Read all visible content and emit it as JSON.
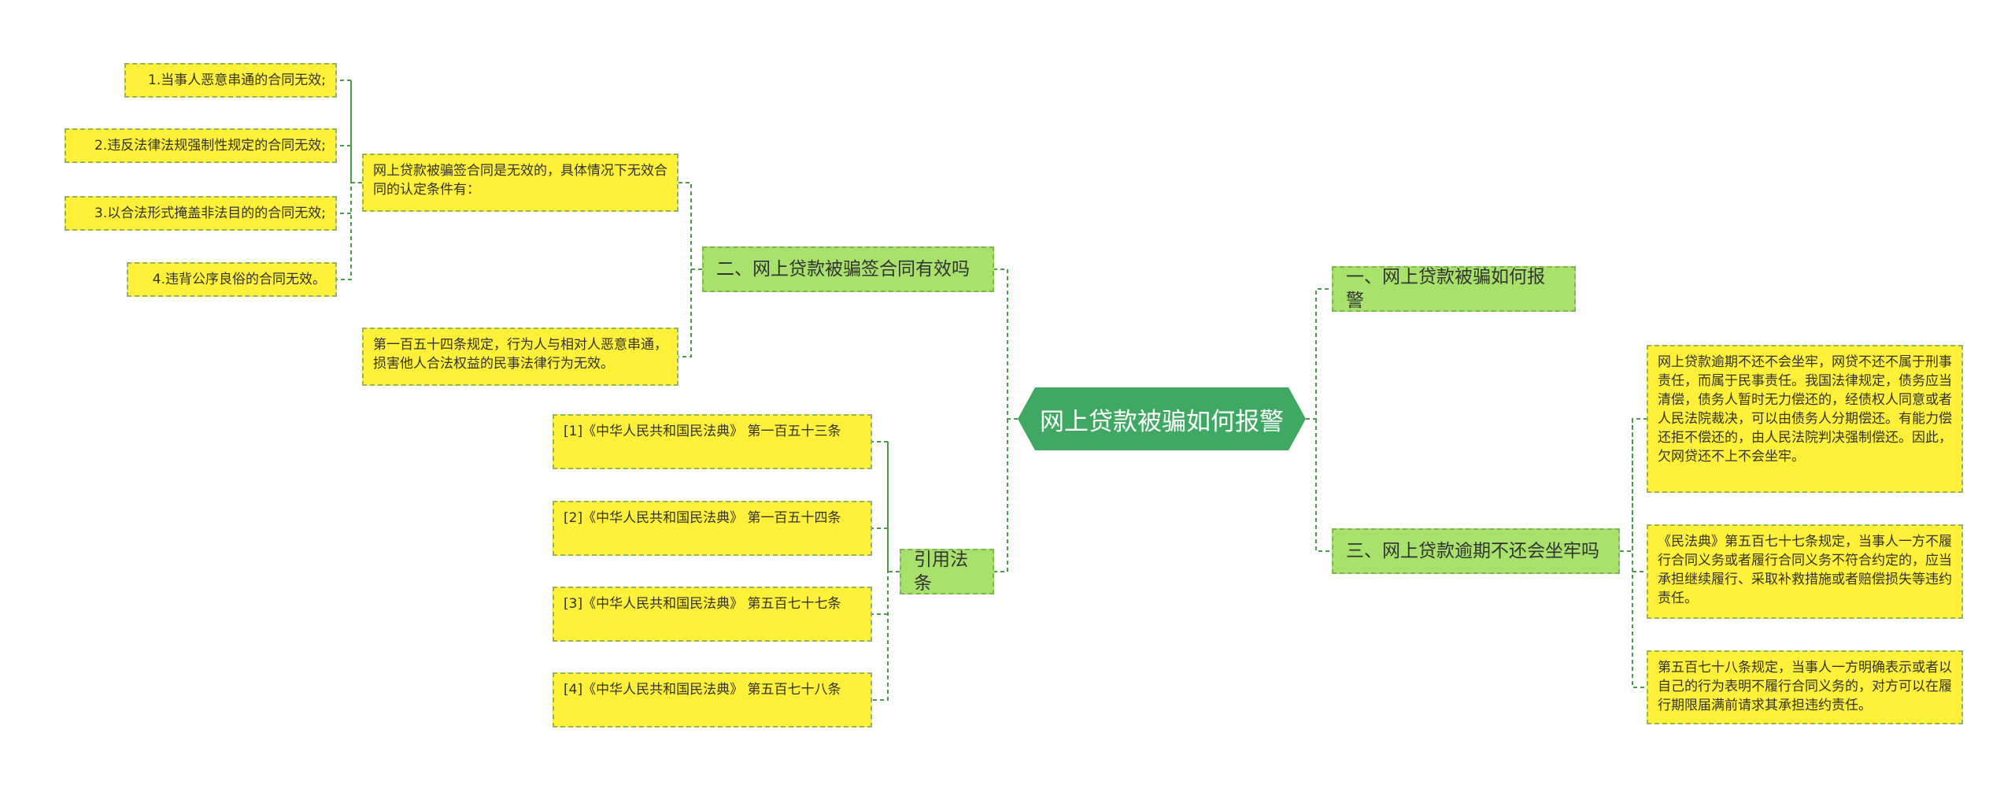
{
  "root": {
    "label": "网上贷款被骗如何报警"
  },
  "branches": [
    {
      "label": "一、网上贷款被骗如何报警"
    },
    {
      "label": "二、网上贷款被骗签合同有效吗"
    },
    {
      "label": "三、网上贷款逾期不还会坐牢吗"
    },
    {
      "label": "引用法条"
    }
  ],
  "section_two": {
    "intro": "网上贷款被骗签合同是无效的，具体情况下无效合同的认定条件有：",
    "conditions": [
      "1.当事人恶意串通的合同无效;",
      "2.违反法律法规强制性规定的合同无效;",
      "3.以合法形式掩盖非法目的的合同无效;",
      "4.违背公序良俗的合同无效。"
    ],
    "article": "第一百五十四条规定，行为人与相对人恶意串通，损害他人合法权益的民事法律行为无效。"
  },
  "citations": [
    "[1]《中华人民共和国民法典》 第一百五十三条",
    "[2]《中华人民共和国民法典》 第一百五十四条",
    "[3]《中华人民共和国民法典》 第五百七十七条",
    "[4]《中华人民共和国民法典》 第五百七十八条"
  ],
  "section_three": [
    "网上贷款逾期不还不会坐牢，网贷不还不属于刑事责任，而属于民事责任。我国法律规定，债务应当清偿，债务人暂时无力偿还的，经债权人同意或者人民法院裁决，可以由债务人分期偿还。有能力偿还拒不偿还的，由人民法院判决强制偿还。因此，欠网贷还不上不会坐牢。",
    "《民法典》第五百七十七条规定，当事人一方不履行合同义务或者履行合同义务不符合约定的，应当承担继续履行、采取补救措施或者赔偿损失等违约责任。",
    "第五百七十八条规定，当事人一方明确表示或者以自己的行为表明不履行合同义务的，对方可以在履行期限届满前请求其承担违约责任。"
  ],
  "colors": {
    "root_fill": "#3fa862",
    "branch_fill": "#a8e26c",
    "leaf_fill": "#fff13a",
    "connector": "#4a9e4a"
  }
}
